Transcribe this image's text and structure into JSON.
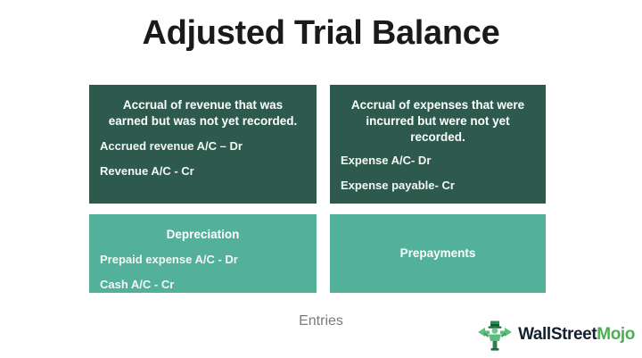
{
  "slide": {
    "title": "Adjusted Trial Balance",
    "caption": "Entries",
    "background_color": "#ffffff",
    "title_color": "#1a1a1a",
    "caption_color": "#7a7a7a"
  },
  "colors": {
    "dark_green": "#2e5a4e",
    "light_teal": "#53b09b",
    "text_white": "#ffffff",
    "logo_dark": "#14202e",
    "logo_green": "#4caf50"
  },
  "boxes": [
    {
      "id": "accrued-revenue",
      "style": "dark",
      "heading": "Accrual of revenue that was earned but was not yet recorded.",
      "lines": [
        "Accrued revenue A/C – Dr",
        "Revenue A/C - Cr"
      ]
    },
    {
      "id": "accrued-expenses",
      "style": "dark",
      "heading": "Accrual of expenses that were incurred but were not yet recorded.",
      "lines": [
        "Expense A/C- Dr",
        "Expense payable- Cr"
      ]
    },
    {
      "id": "depreciation",
      "style": "light",
      "heading": "Depreciation",
      "lines": [
        "Prepaid expense A/C - Dr",
        "Cash A/C - Cr"
      ]
    },
    {
      "id": "prepayments",
      "style": "light",
      "heading": "Prepayments",
      "lines": []
    }
  ],
  "logo": {
    "mark_name": "wallstreetmojo-mascot-icon",
    "text_primary": "WallStreet",
    "text_secondary": "Mojo"
  }
}
